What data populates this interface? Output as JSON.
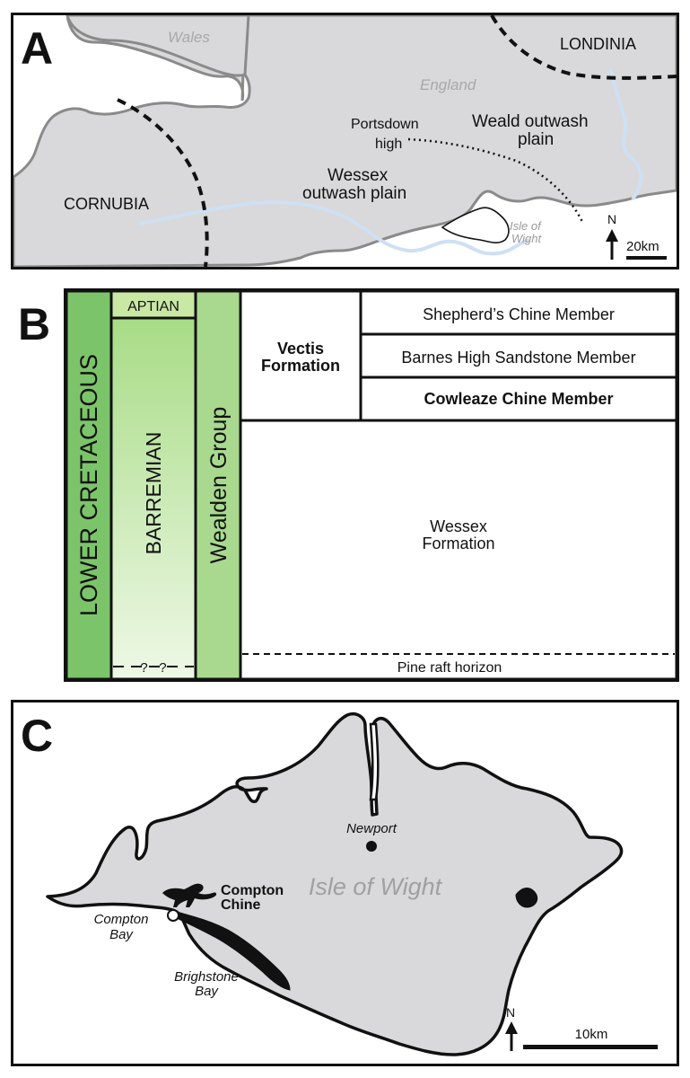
{
  "panel_a": {
    "letter": "A",
    "regions": {
      "wales": "Wales",
      "england": "England",
      "londinia": "LONDINIA",
      "cornubia": "CORNUBIA"
    },
    "portsdown_line1": "Portsdown",
    "portsdown_line2": "high",
    "weald_line1": "Weald outwash",
    "weald_line2": "plain",
    "wessex_line1": "Wessex",
    "wessex_line2": "outwash plain",
    "isle_line1": "Isle of",
    "isle_line2": "Wight",
    "north": "N",
    "scale": "20km",
    "colors": {
      "land": "#d9d9db",
      "sea": "#ffffff",
      "river": "#cfe0f3",
      "coast": "#8a8a8a"
    }
  },
  "panel_b": {
    "letter": "B",
    "system": "LOWER CRETACEOUS",
    "stage_upper": "APTIAN",
    "stage_lower": "BARREMIAN",
    "boundary_marks": "?   ?",
    "group": "Wealden Group",
    "vectis_line1": "Vectis",
    "vectis_line2": "Formation",
    "members": [
      "Shepherd’s Chine Member",
      "Barnes High Sandstone Member",
      "Cowleaze Chine Member"
    ],
    "wessex_line1": "Wessex",
    "wessex_line2": "Formation",
    "horizon": "Pine raft horizon",
    "colors": {
      "system": "#7cc46a",
      "group": "#a9d98e",
      "aptian": "#c9e8a4",
      "barremian_top": "#a8dc86"
    }
  },
  "panel_c": {
    "letter": "C",
    "island": "Isle of Wight",
    "newport": "Newport",
    "compton_chine_line1": "Compton",
    "compton_chine_line2": "Chine",
    "compton_bay_line1": "Compton",
    "compton_bay_line2": "Bay",
    "brighstone_line1": "Brighstone",
    "brighstone_line2": "Bay",
    "north": "N",
    "scale": "10km",
    "colors": {
      "land": "#d9d9db",
      "outcrop": "#111111"
    }
  }
}
